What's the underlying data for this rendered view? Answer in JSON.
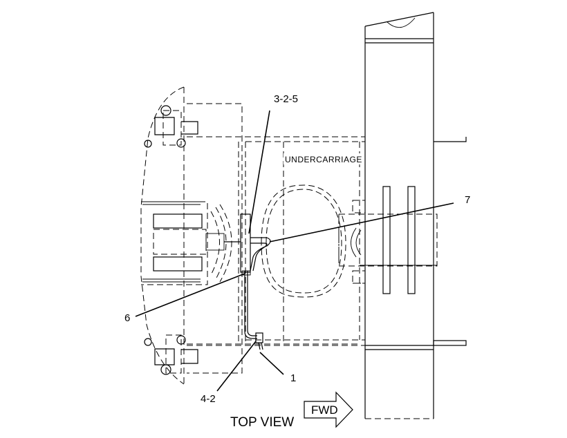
{
  "diagram": {
    "labels": {
      "undercarriage": "UNDERCARRIAGE",
      "top_view": "TOP VIEW",
      "fwd": "FWD"
    },
    "callouts": {
      "c_3_2_5": "3-2-5",
      "c_7": "7",
      "c_6": "6",
      "c_1": "1",
      "c_4_2": "4-2"
    }
  }
}
